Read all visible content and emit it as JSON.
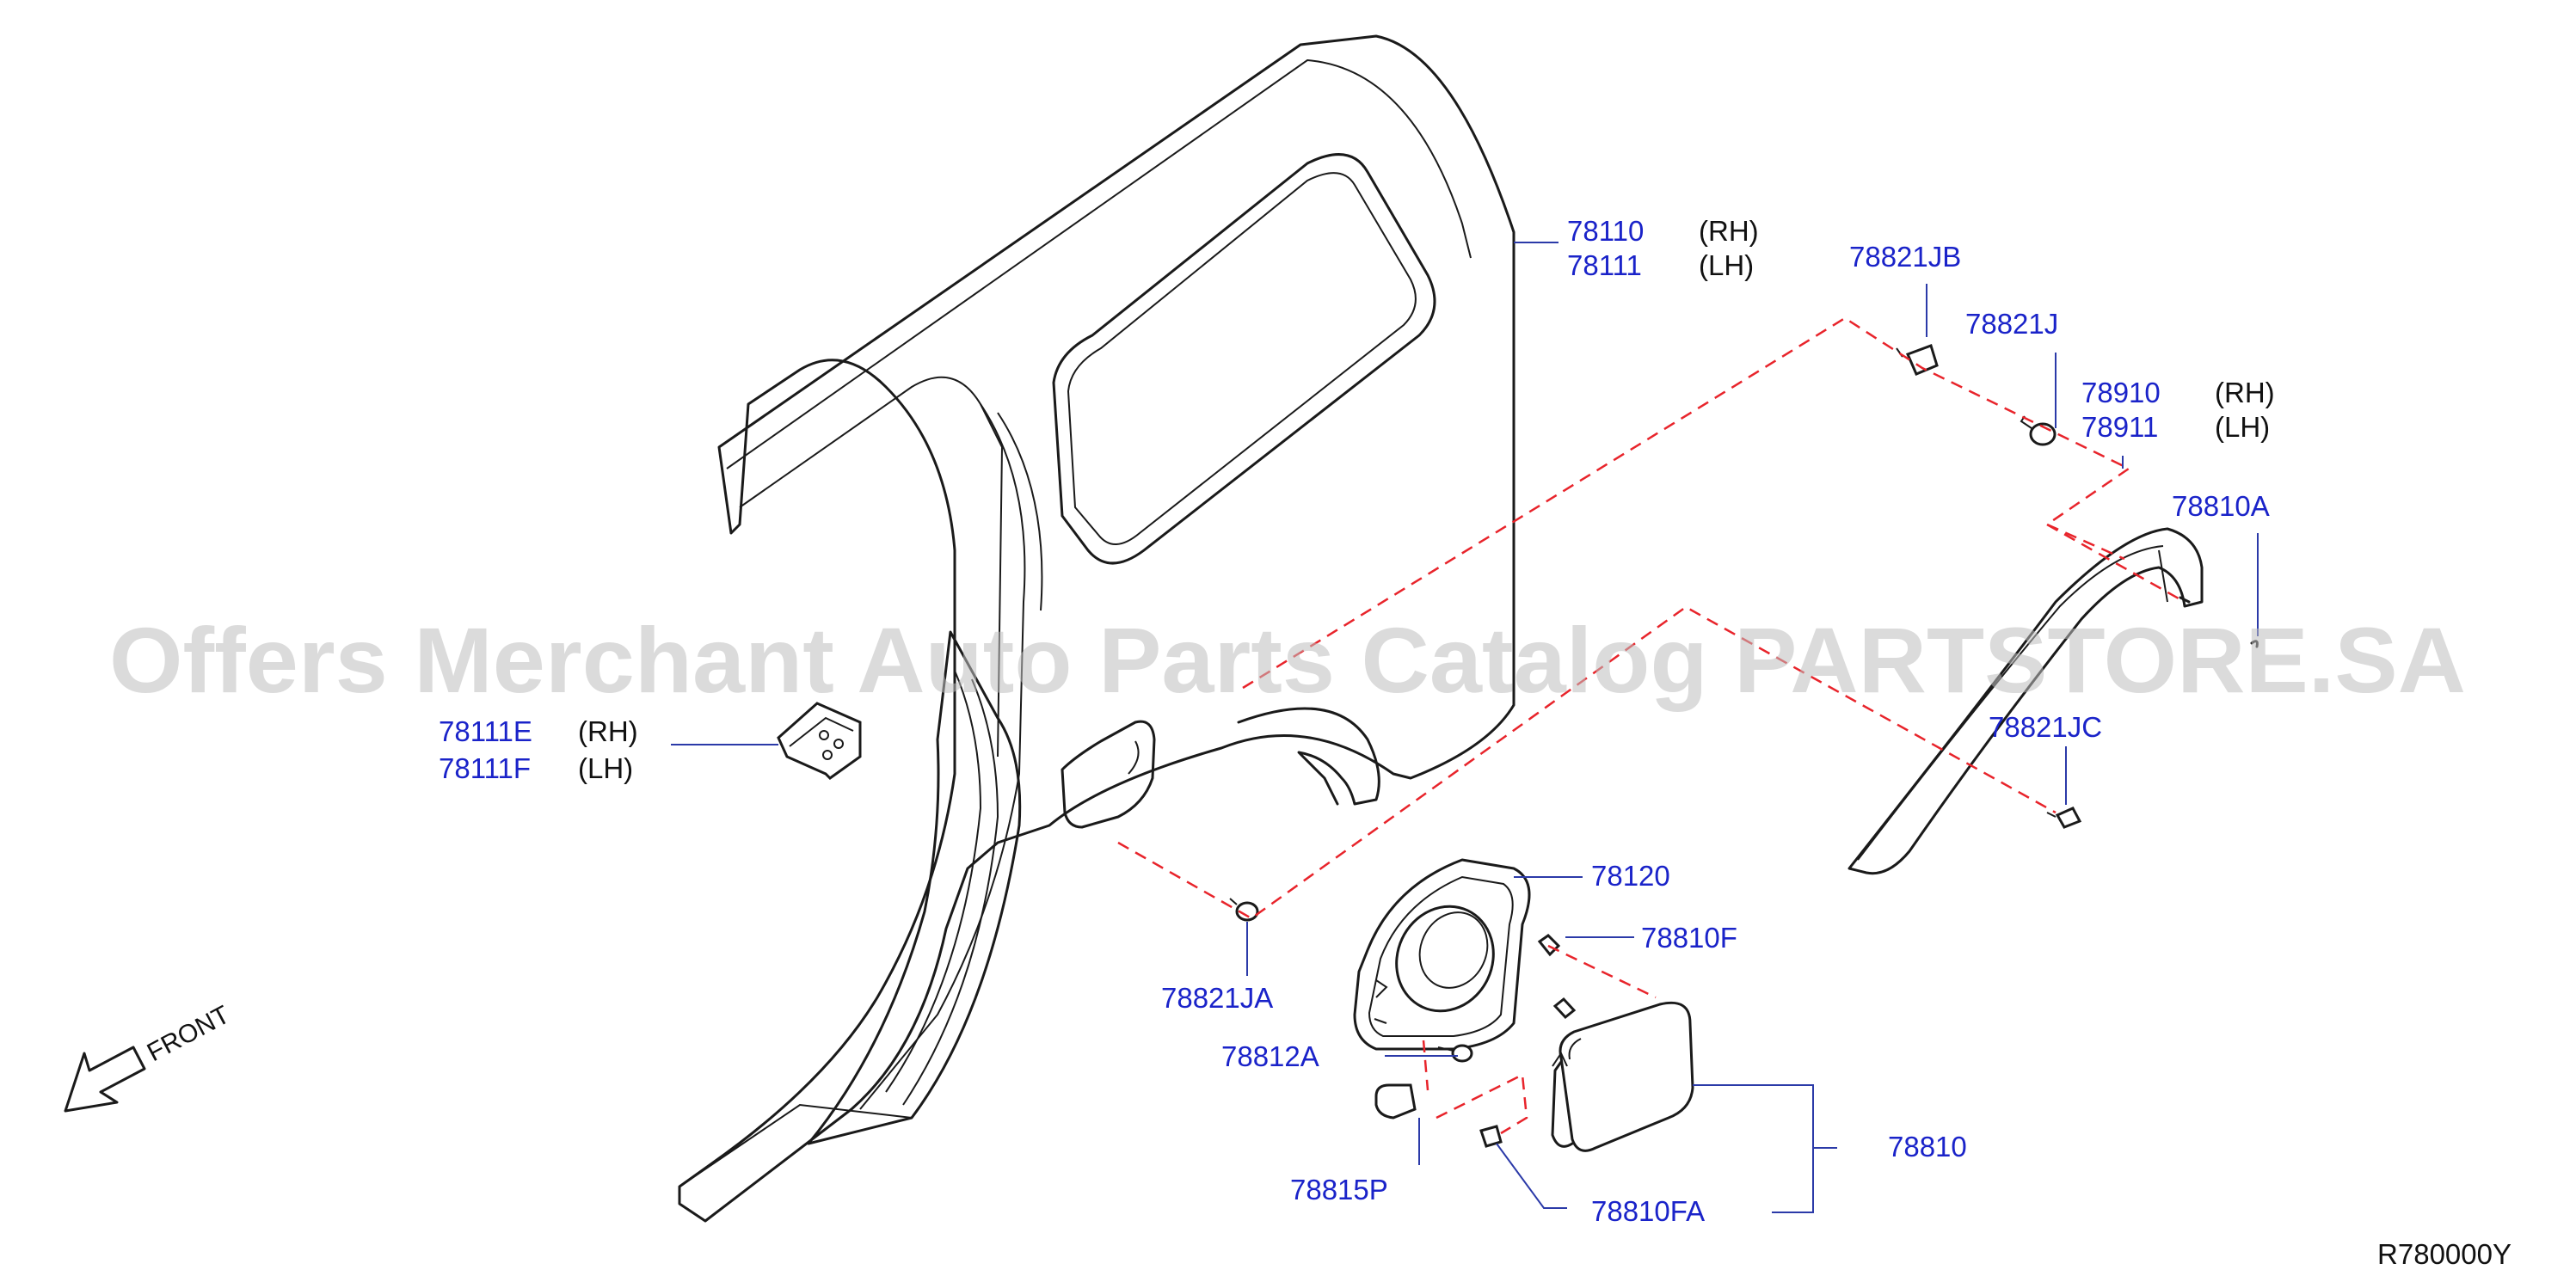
{
  "watermark": "Offers Merchant Auto Parts Catalog PARTSTORE.SA",
  "diagram_code": "R780000Y",
  "front_label": "FRONT",
  "callouts": {
    "p78110": "78110",
    "p78110_side": "(RH)",
    "p78111": "78111",
    "p78111_side": "(LH)",
    "p78821JB": "78821JB",
    "p78821J": "78821J",
    "p78910": "78910",
    "p78910_side": "(RH)",
    "p78911": "78911",
    "p78911_side": "(LH)",
    "p78810A": "78810A",
    "p78821JC": "78821JC",
    "p78111E": "78111E",
    "p78111E_side": "(RH)",
    "p78111F": "78111F",
    "p78111F_side": "(LH)",
    "p78120": "78120",
    "p78810F": "78810F",
    "p78821JA": "78821JA",
    "p78812A": "78812A",
    "p78815P": "78815P",
    "p78810": "78810",
    "p78810FA": "78810FA"
  },
  "colors": {
    "part_number": "#1a23c9",
    "leader": "#2b3aa8",
    "fastener_path": "#e8242b",
    "line_art": "#1a1a1a",
    "watermark": "#bdbdbd"
  }
}
